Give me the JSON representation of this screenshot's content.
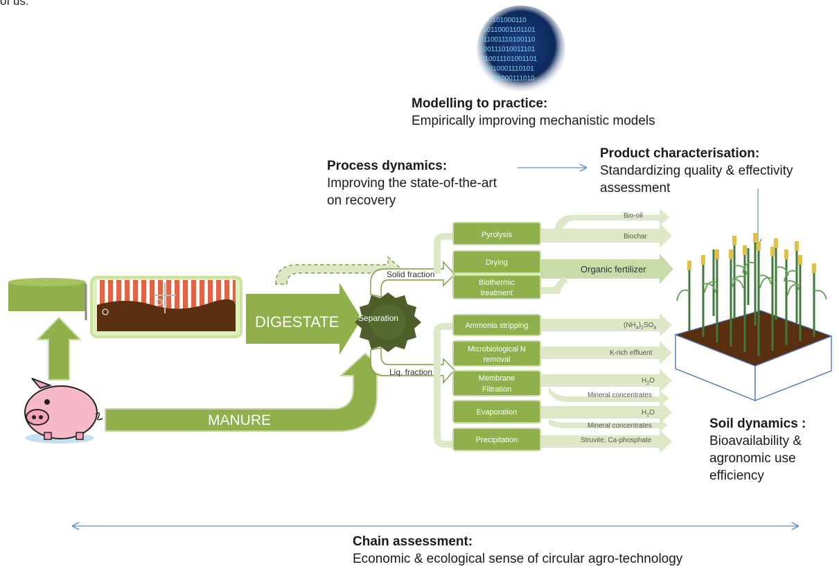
{
  "clipped_top_text": "of us.",
  "modelling": {
    "title": "Modelling to practice:",
    "subtitle": "Empirically improving mechanistic models"
  },
  "process": {
    "title": "Process dynamics:",
    "subtitle_line1": "Improving the state-of-the-art",
    "subtitle_line2": "on recovery"
  },
  "product": {
    "title": "Product characterisation:",
    "subtitle_line1": "Standardizing quality & effectivity",
    "subtitle_line2": "assessment"
  },
  "soil": {
    "title": "Soil dynamics :",
    "line1": "Bioavailability &",
    "line2": "agronomic use",
    "line3": "efficiency"
  },
  "chain": {
    "title": "Chain assessment:",
    "subtitle": "Economic & ecological sense of circular agro-technology"
  },
  "flow": {
    "digestate": "DIGESTATE",
    "manure": "MANURE",
    "separation": "Separation",
    "solid_fraction": "Solid fraction",
    "liquid_fraction": "Liq. fraction"
  },
  "solid_processes": [
    {
      "label": "Pyrolysis"
    },
    {
      "label": "Drying"
    },
    {
      "label_line1": "Biothermic",
      "label_line2": "treatment"
    }
  ],
  "solid_outputs": {
    "bio_oil": "Bio-oil",
    "biochar": "Biochar",
    "organic_fertilizer": "Organic fertilizer"
  },
  "liquid_processes": [
    {
      "label": "Ammonia stripping"
    },
    {
      "label_line1": "Microbiological N",
      "label_line2": "removal"
    },
    {
      "label_line1": "Membrane",
      "label_line2": "Filtration"
    },
    {
      "label": "Evaporation"
    },
    {
      "label": "Precipitation"
    }
  ],
  "liquid_outputs": {
    "ammonium_sulfate": {
      "a": "(NH",
      "b": "4",
      "c": ")",
      "d": "2",
      "e": "SO",
      "f": "4"
    },
    "k_rich": "K-rich effluent",
    "water_1": {
      "a": "H",
      "b": "2",
      "c": "O"
    },
    "mineral_1": "Mineral concentrates",
    "water_2": {
      "a": "H",
      "b": "2",
      "c": "O"
    },
    "mineral_2": "Mineral concentrates",
    "struvite": "Struvite, Ca-phosphate"
  },
  "colors": {
    "green_dark": "#7a9a3c",
    "green_mid": "#8fb04a",
    "green_light": "#c9dba8",
    "green_pale": "#dde9c6",
    "gear": "#4d5e2a",
    "blue_arrow": "#5b8fd6",
    "pig": "#f7b8c8"
  },
  "icons": [
    "binary-globe-icon",
    "biogas-digester-icon",
    "pig-icon",
    "gear-icon",
    "corn-field-icon"
  ]
}
